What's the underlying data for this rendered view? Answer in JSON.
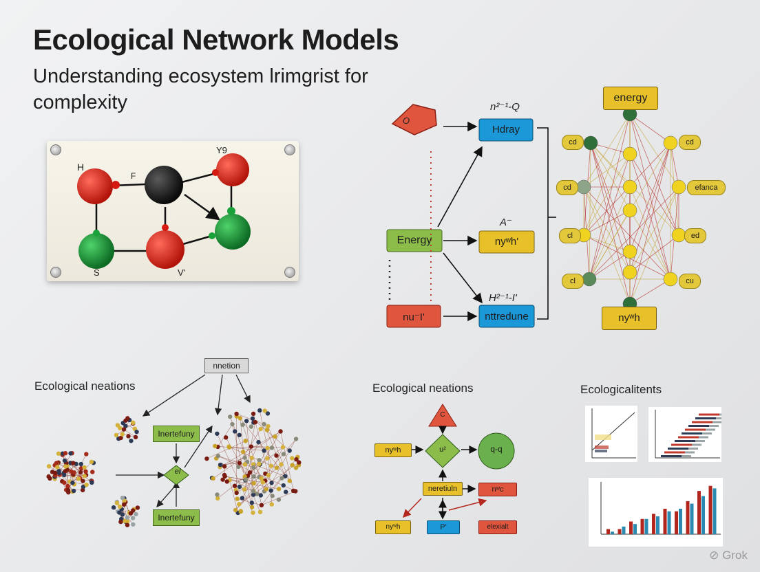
{
  "header": {
    "title": "Ecological Network Models",
    "subtitle": "Understanding ecosystem lrimgrist for complexity"
  },
  "molecule": {
    "labels": [
      "H",
      "F",
      "Y9",
      "S",
      "V'"
    ]
  },
  "flow": {
    "pentagon": "O",
    "eq_top": "n²⁻¹-Q",
    "top_box": "Hdray",
    "eq_mid": "A⁻",
    "energy": "Energy",
    "mid_box": "nyʷh'",
    "eq_bot": "H²⁻¹-I'",
    "bottom_left": "nu⁻I'",
    "bottom_box": "nttredune"
  },
  "network": {
    "top": "energy",
    "bottom": "nyʷh",
    "left_tags": [
      "cd",
      "cd",
      "cl",
      "cl"
    ],
    "right_tags": [
      "cd",
      "efanca",
      "ed",
      "cu"
    ]
  },
  "bottom_left": {
    "label": "Ecological neations",
    "top_box": "nnetion",
    "box1": "Inertefuny",
    "box2": "Inertefuny",
    "diamond": "el"
  },
  "bottom_mid": {
    "label": "Ecological neations",
    "triangle": "C",
    "left": "nyʷh",
    "diamond": "u²",
    "circle": "q-q",
    "center": "neretiuln",
    "right": "nʷc",
    "bl": "nyʷh",
    "bm": "P'",
    "br": "elexialt"
  },
  "bottom_right": {
    "label": "Ecologicalitents"
  },
  "watermark": "Grok",
  "colors": {
    "red": "#d93a2b",
    "green": "#8cbd4a",
    "blue": "#1b98d8",
    "yellow": "#e8c12a",
    "dark_green": "#2f6f3a"
  },
  "chart_data": [
    {
      "type": "line",
      "title": "",
      "x": [
        1,
        2,
        3,
        4,
        5,
        6
      ],
      "y": [
        1,
        2,
        3,
        4,
        5,
        6
      ]
    },
    {
      "type": "bar",
      "title": "",
      "categories": [
        "1",
        "2",
        "3",
        "4",
        "5",
        "6",
        "7",
        "8",
        "9",
        "10"
      ],
      "series": [
        {
          "values": [
            2,
            2,
            5,
            6,
            8,
            10,
            9,
            13,
            17,
            19
          ]
        },
        {
          "values": [
            1,
            3,
            4,
            6,
            7,
            9,
            10,
            12,
            15,
            18
          ]
        }
      ]
    }
  ]
}
